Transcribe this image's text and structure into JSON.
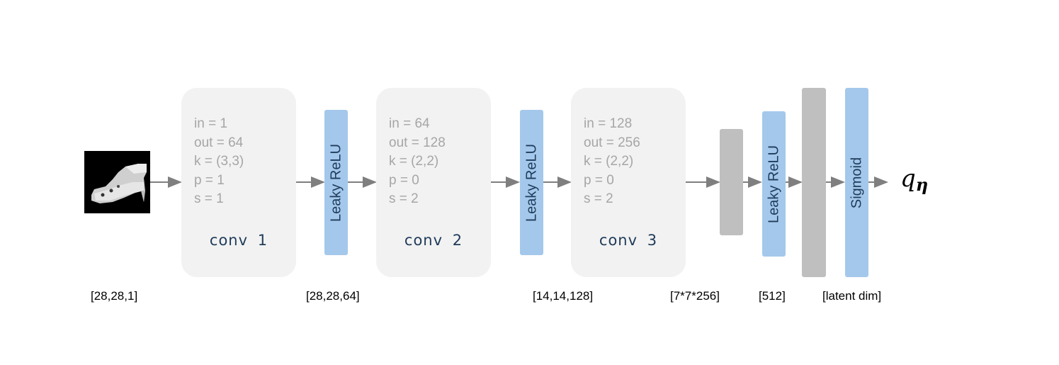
{
  "input_image": {
    "description_icon": "shoe-image-icon"
  },
  "conv_blocks": [
    {
      "params": [
        "in = 1",
        "out = 64",
        "k = (3,3)",
        "p = 1",
        "s = 1"
      ],
      "label": "conv  1"
    },
    {
      "params": [
        "in = 64",
        "out = 128",
        "k = (2,2)",
        "p = 0",
        "s = 2"
      ],
      "label": "conv  2"
    },
    {
      "params": [
        "in = 128",
        "out = 256",
        "k = (2,2)",
        "p = 0",
        "s = 2"
      ],
      "label": "conv  3"
    }
  ],
  "activations": {
    "leaky1": "Leaky ReLU",
    "leaky2": "Leaky ReLU",
    "leaky3": "Leaky ReLU",
    "sigmoid": "Sigmoid"
  },
  "dims": {
    "d1": "[28,28,1]",
    "d2": "[28,28,64]",
    "d3": "[14,14,128]",
    "d4": "[7*7*256]",
    "d5": "[512]",
    "d6": "[latent dim]"
  },
  "output": {
    "symbol": "q",
    "subscript": "η"
  },
  "colors": {
    "conv_box": "#f2f2f2",
    "activation": "#a4c8eb",
    "dense": "#bfbfbf",
    "arrow": "#7f7f7f"
  }
}
